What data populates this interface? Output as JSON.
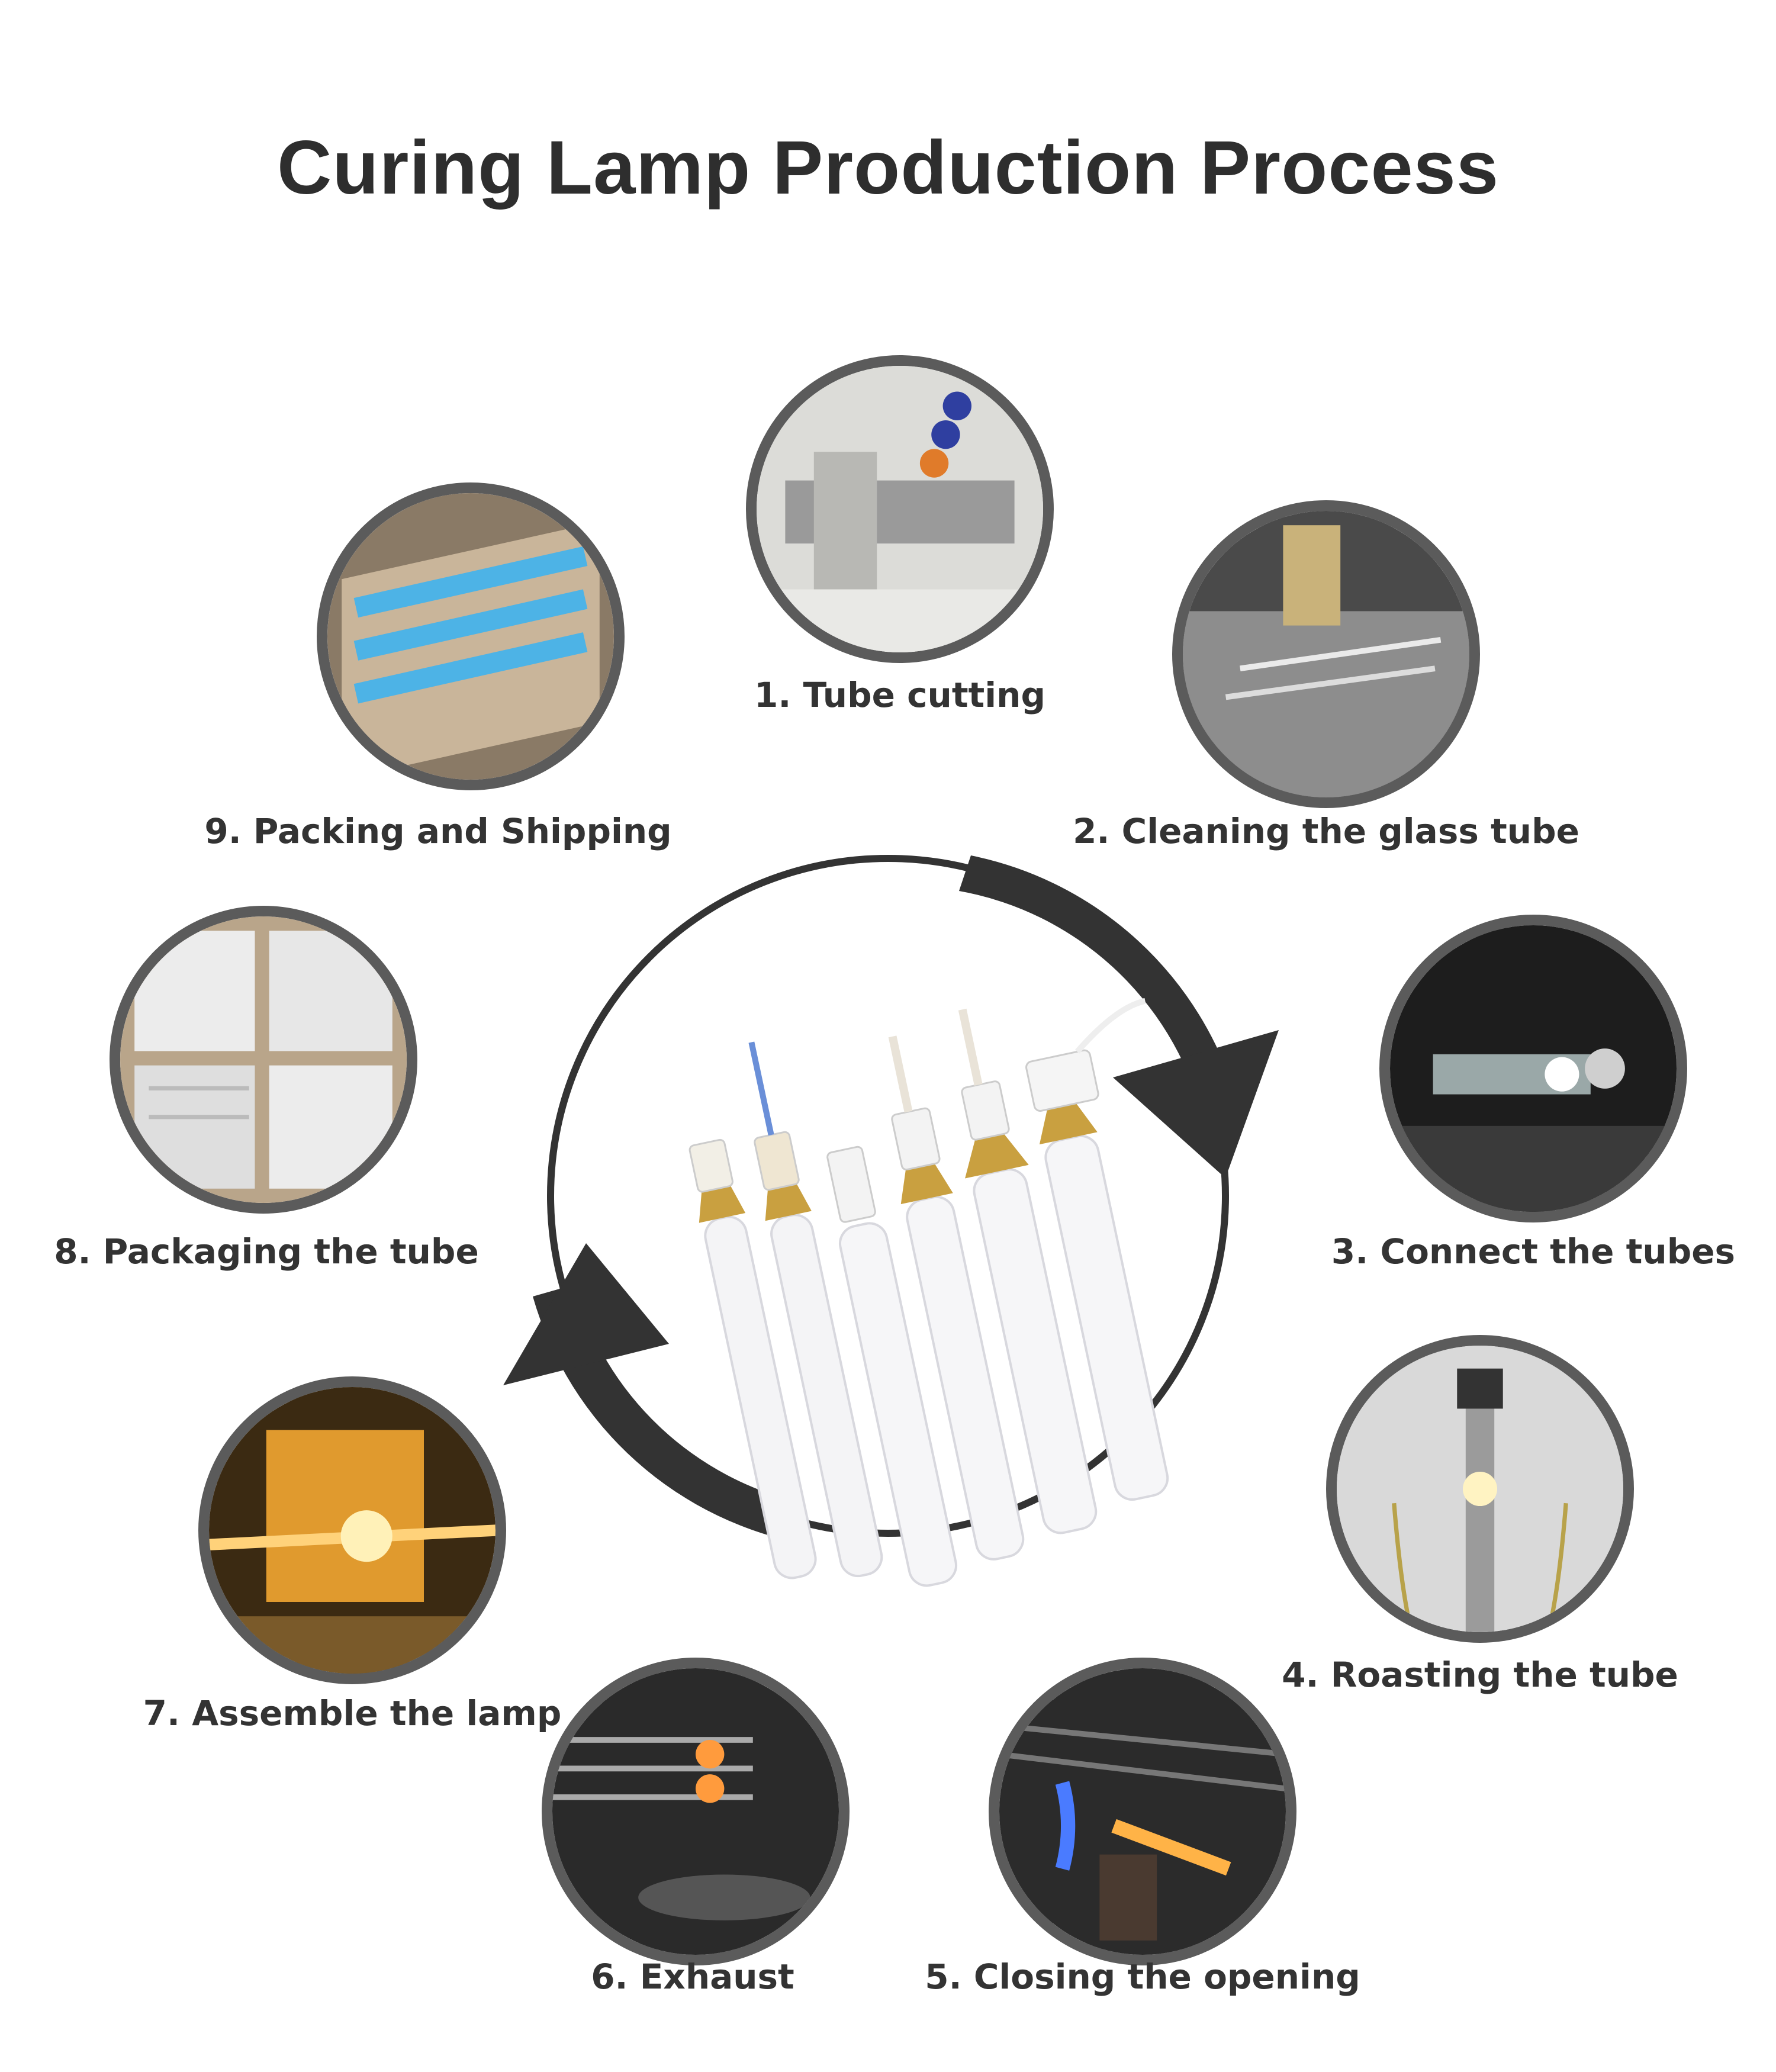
{
  "title": "Curing Lamp Production Process",
  "steps": [
    {
      "label": "1. Tube cutting",
      "icon": "tube-cutting-photo"
    },
    {
      "label": "2. Cleaning the glass tube",
      "icon": "cleaning-glass-tube-photo"
    },
    {
      "label": "3. Connect the tubes",
      "icon": "connect-tubes-photo"
    },
    {
      "label": "4. Roasting the tube",
      "icon": "roasting-tube-photo"
    },
    {
      "label": "5. Closing the opening",
      "icon": "closing-opening-photo"
    },
    {
      "label": "6. Exhaust",
      "icon": "exhaust-photo"
    },
    {
      "label": "7. Assemble the lamp",
      "icon": "assemble-lamp-photo"
    },
    {
      "label": "8. Packaging the tube",
      "icon": "packaging-tube-photo"
    },
    {
      "label": "9. Packing and Shipping",
      "icon": "packing-shipping-photo"
    }
  ],
  "colors": {
    "title": "#2e2e2e",
    "ring": "#5b5b5b",
    "arrow": "#333333",
    "text": "#333333"
  }
}
